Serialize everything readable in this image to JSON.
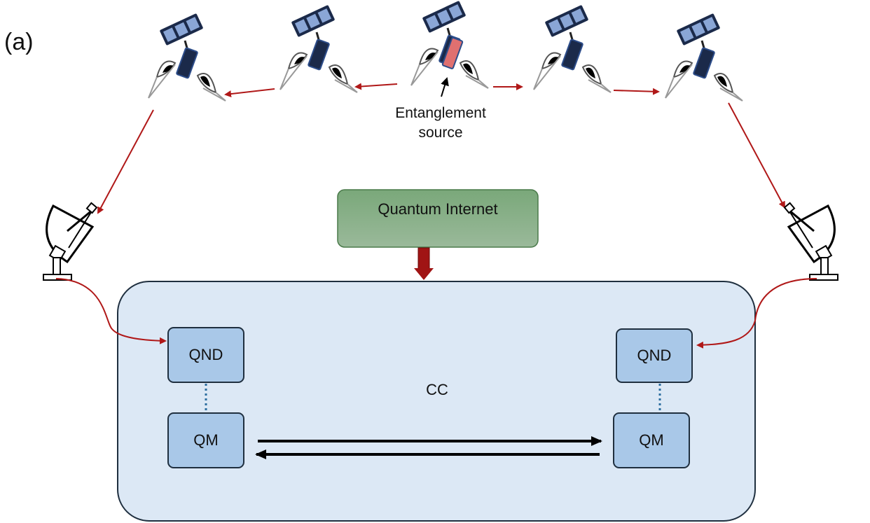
{
  "figure": {
    "panel_label": "(a)",
    "entanglement_source_label_line1": "Entanglement",
    "entanglement_source_label_line2": "source",
    "quantum_internet_label": "Quantum Internet",
    "cc_label": "CC",
    "nodes": {
      "left_qnd": "QND",
      "left_qm": "QM",
      "right_qnd": "QND",
      "right_qm": "QM"
    }
  },
  "colors": {
    "link_red": "#b01818",
    "qi_box_top": "#7aa87a",
    "qi_box_bottom": "#9ab99a",
    "qi_box_border": "#4a7a4a",
    "cc_fill": "#dce8f5",
    "cc_border": "#1f2f3f",
    "node_fill": "#a9c8e8",
    "node_border": "#1f2f3f",
    "dotted_link": "#2d6ea0",
    "source_panel": "#e07070",
    "satellite_panel": "#1b2a4a",
    "arrow_black": "#000000"
  }
}
